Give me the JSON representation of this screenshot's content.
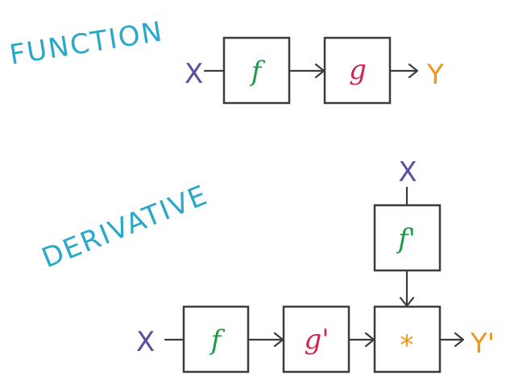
{
  "colors": {
    "title": "#29a8c9",
    "variable": "#5a4fa0",
    "f": "#1f9a4a",
    "g": "#d1264f",
    "output": "#f0961d",
    "stroke": "#3c3c3c"
  },
  "function_section": {
    "title": "FUNCTION",
    "input": "X",
    "box_f": "f",
    "box_g": "g",
    "output": "Y"
  },
  "derivative_section": {
    "title": "DERIVATIVE",
    "top_input": "X",
    "box_fprime": "f'",
    "input": "X",
    "box_f": "f",
    "box_gprime": "g'",
    "box_mult": "*",
    "output": "Y'"
  }
}
